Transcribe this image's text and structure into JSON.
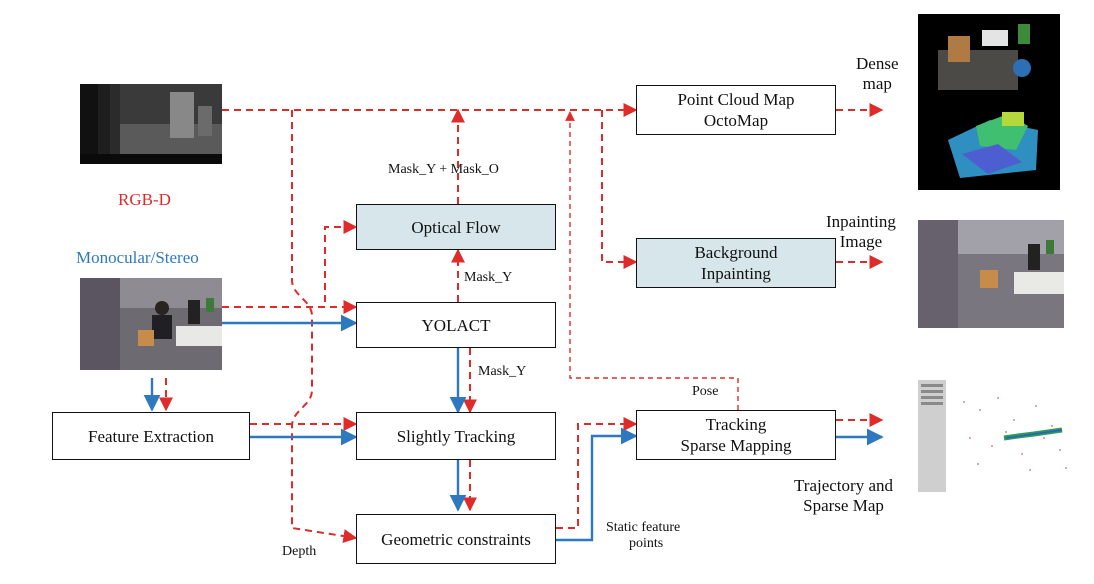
{
  "boxes": {
    "point_cloud": {
      "line1": "Point Cloud Map",
      "line2": "OctoMap"
    },
    "optical_flow": "Optical Flow",
    "background_inpainting": {
      "line1": "Background",
      "line2": "Inpainting"
    },
    "yolact": "YOLACT",
    "feature_extraction": "Feature Extraction",
    "slightly_tracking": "Slightly Tracking",
    "tracking_sparse": {
      "line1": "Tracking",
      "line2": "Sparse Mapping"
    },
    "geometric_constraints": "Geometric constraints"
  },
  "labels": {
    "rgbd": "RGB-D",
    "monocular_stereo": "Monocular/Stereo",
    "mask_y_plus_o": "Mask_Y + Mask_O",
    "mask_y_top": "Mask_Y",
    "mask_y_bottom": "Mask_Y",
    "pose": "Pose",
    "depth": "Depth",
    "static_feature_points": {
      "line1": "Static feature",
      "line2": "points"
    },
    "dense_map": {
      "line1": "Dense",
      "line2": "map"
    },
    "inpainting_image": {
      "line1": "Inpainting",
      "line2": "Image"
    },
    "trajectory_sparse_map": {
      "line1": "Trajectory and",
      "line2": "Sparse Map"
    }
  },
  "colors": {
    "rgbd_path": "#e02b2b",
    "mono_stereo_path": "#2e78c0",
    "box_fill_highlight": "#d6e6ea",
    "box_border": "#111111"
  },
  "images": {
    "depth_input": "depth-image-stack",
    "rgb_input": "rgb-office-scene",
    "dense_map_output": "octomap-render",
    "inpainting_output": "inpainted-office-scene",
    "sparse_map_output": "sparse-point-map"
  }
}
